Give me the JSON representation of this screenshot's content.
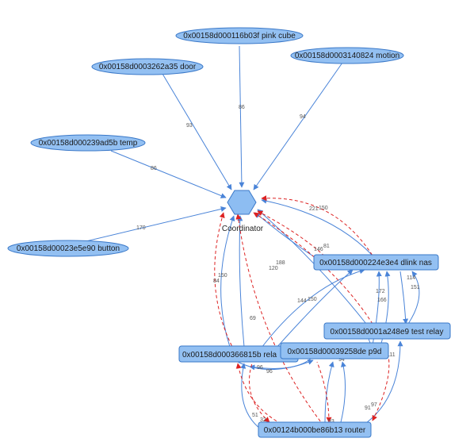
{
  "graph": {
    "coordinator": {
      "label": "Coordinator"
    },
    "nodes": [
      {
        "id": "pink_cube",
        "label": "0x00158d000116b03f pink cube",
        "shape": "ellipse"
      },
      {
        "id": "door",
        "label": "0x00158d0003262a35 door",
        "shape": "ellipse"
      },
      {
        "id": "motion",
        "label": "0x00158d0003140824 motion",
        "shape": "ellipse"
      },
      {
        "id": "temp",
        "label": "0x00158d000239ad5b temp",
        "shape": "ellipse"
      },
      {
        "id": "button",
        "label": "0x00158d00023e5e90 button",
        "shape": "ellipse"
      },
      {
        "id": "dlink",
        "label": "0x00158d000224e3e4 dlink nas",
        "shape": "box"
      },
      {
        "id": "testrelay",
        "label": "0x00158d0001a248e9 test relay",
        "shape": "box"
      },
      {
        "id": "relay",
        "label": "0x00158d000366815b rela",
        "shape": "box"
      },
      {
        "id": "p9d",
        "label": "0x00158d00039258de p9d",
        "shape": "box"
      },
      {
        "id": "router",
        "label": "0x00124b000be86b13 router",
        "shape": "box"
      }
    ],
    "edge_labels": [
      "86",
      "93",
      "94",
      "86",
      "170",
      "221",
      "150",
      "81",
      "146",
      "188",
      "120",
      "150",
      "84",
      "69",
      "144",
      "150",
      "172",
      "166",
      "114",
      "151",
      "111",
      "96",
      "96",
      "94",
      "51",
      "32",
      "93",
      "91",
      "97"
    ],
    "colors": {
      "node_fill": "#93c0f2",
      "node_stroke": "#3a78c8",
      "edge_solid": "#4a84d8",
      "edge_dashed": "#dd2222",
      "coordinator_fill": "#8dbdf2"
    }
  }
}
